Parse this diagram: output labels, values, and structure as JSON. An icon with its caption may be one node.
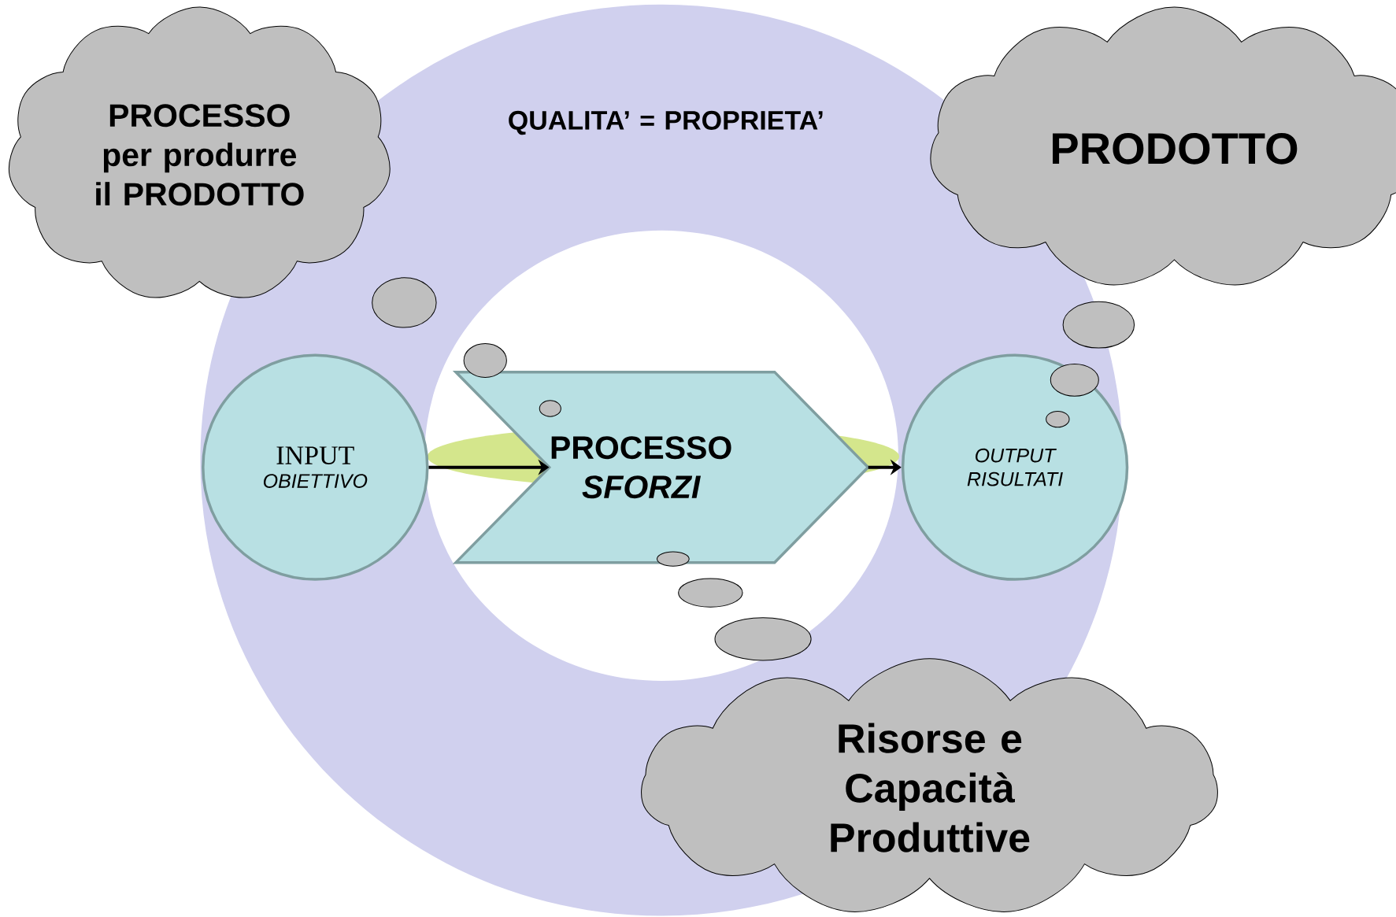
{
  "diagram": {
    "nodes": [
      {
        "text": [
          "PROCESSO per produrre il PRODOTTO"
        ]
      },
      {
        "text": [
          "QUALITA’ = PROPRIETA’"
        ]
      },
      {
        "text": [
          "PRODOTTO"
        ]
      },
      {
        "text": [
          "INPUT",
          "OBIETTIVO"
        ],
        "in": 1
      },
      {
        "text": [
          "PROCESSO",
          "SFORZI"
        ],
        "in": 1
      },
      {
        "text": [
          "OUTPUT",
          "RISULTATI"
        ],
        "in": 1
      },
      {
        "text": [
          "Risorse e Capacità Produttive"
        ]
      }
    ],
    "edges": [
      {
        "from": 3,
        "to": 4,
        "arrow": "to"
      },
      {
        "from": 4,
        "to": 5,
        "arrow": "to"
      }
    ]
  }
}
